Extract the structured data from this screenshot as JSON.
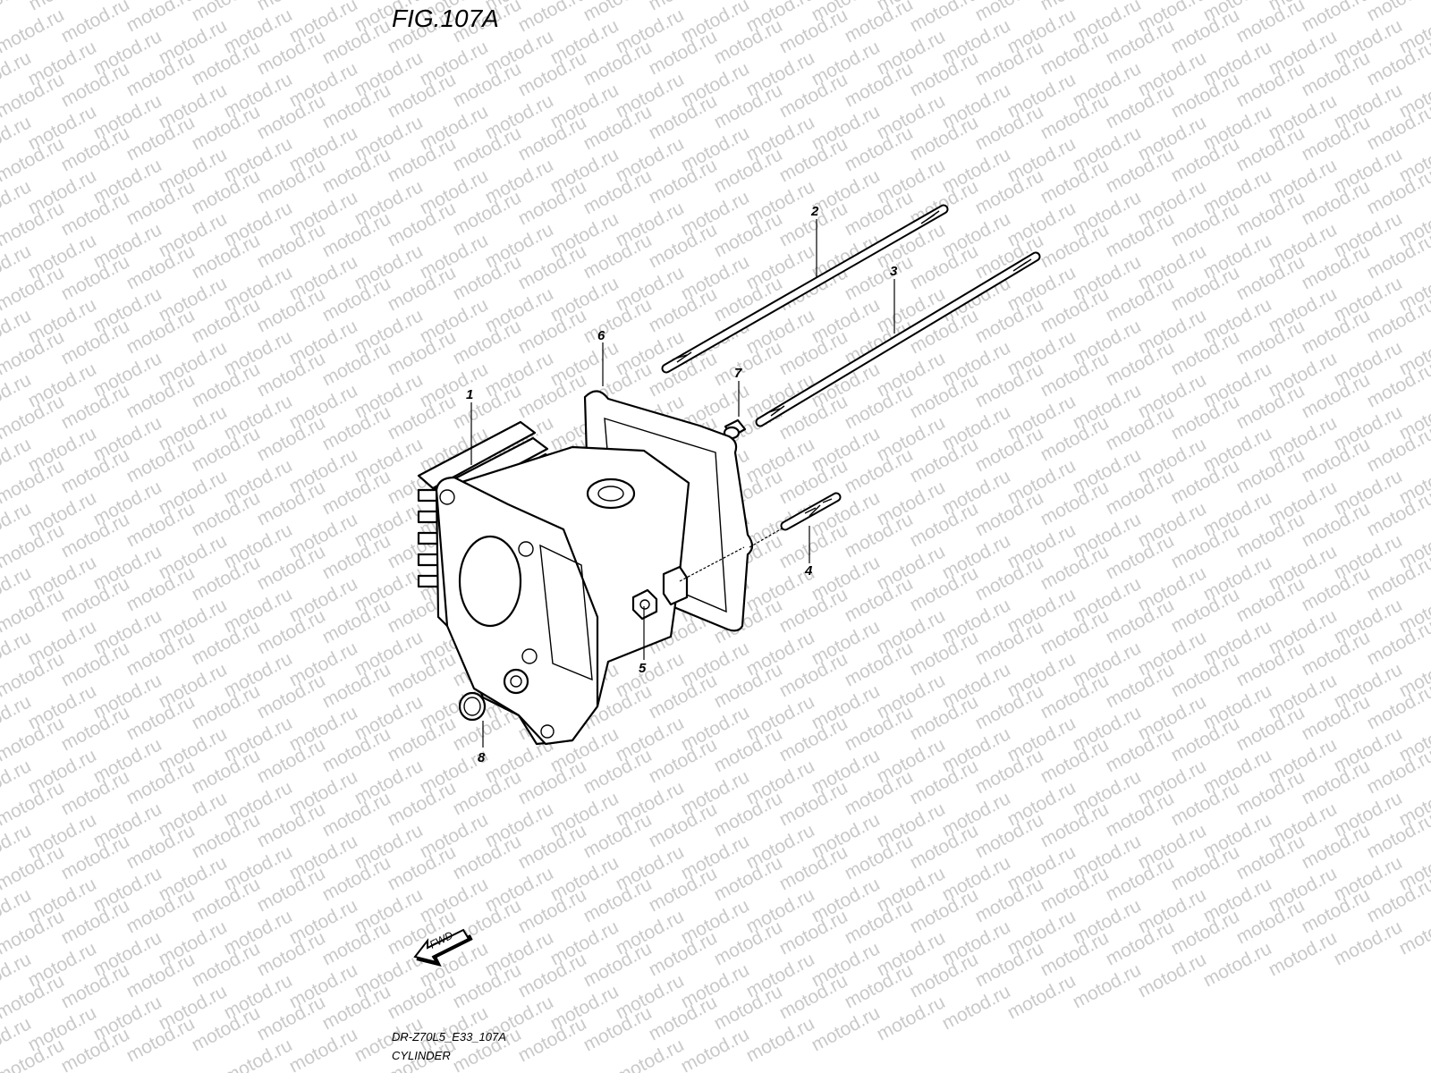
{
  "figure": {
    "title": "FIG.107A",
    "code": "DR-Z70L5_E33_107A",
    "name": "CYLINDER",
    "fwd_label": "FWD",
    "watermark": "motod.ru"
  },
  "callouts": [
    "1",
    "2",
    "3",
    "4",
    "5",
    "6",
    "7",
    "8"
  ],
  "icons": {
    "fwd_arrow": "fwd-arrow-icon"
  }
}
